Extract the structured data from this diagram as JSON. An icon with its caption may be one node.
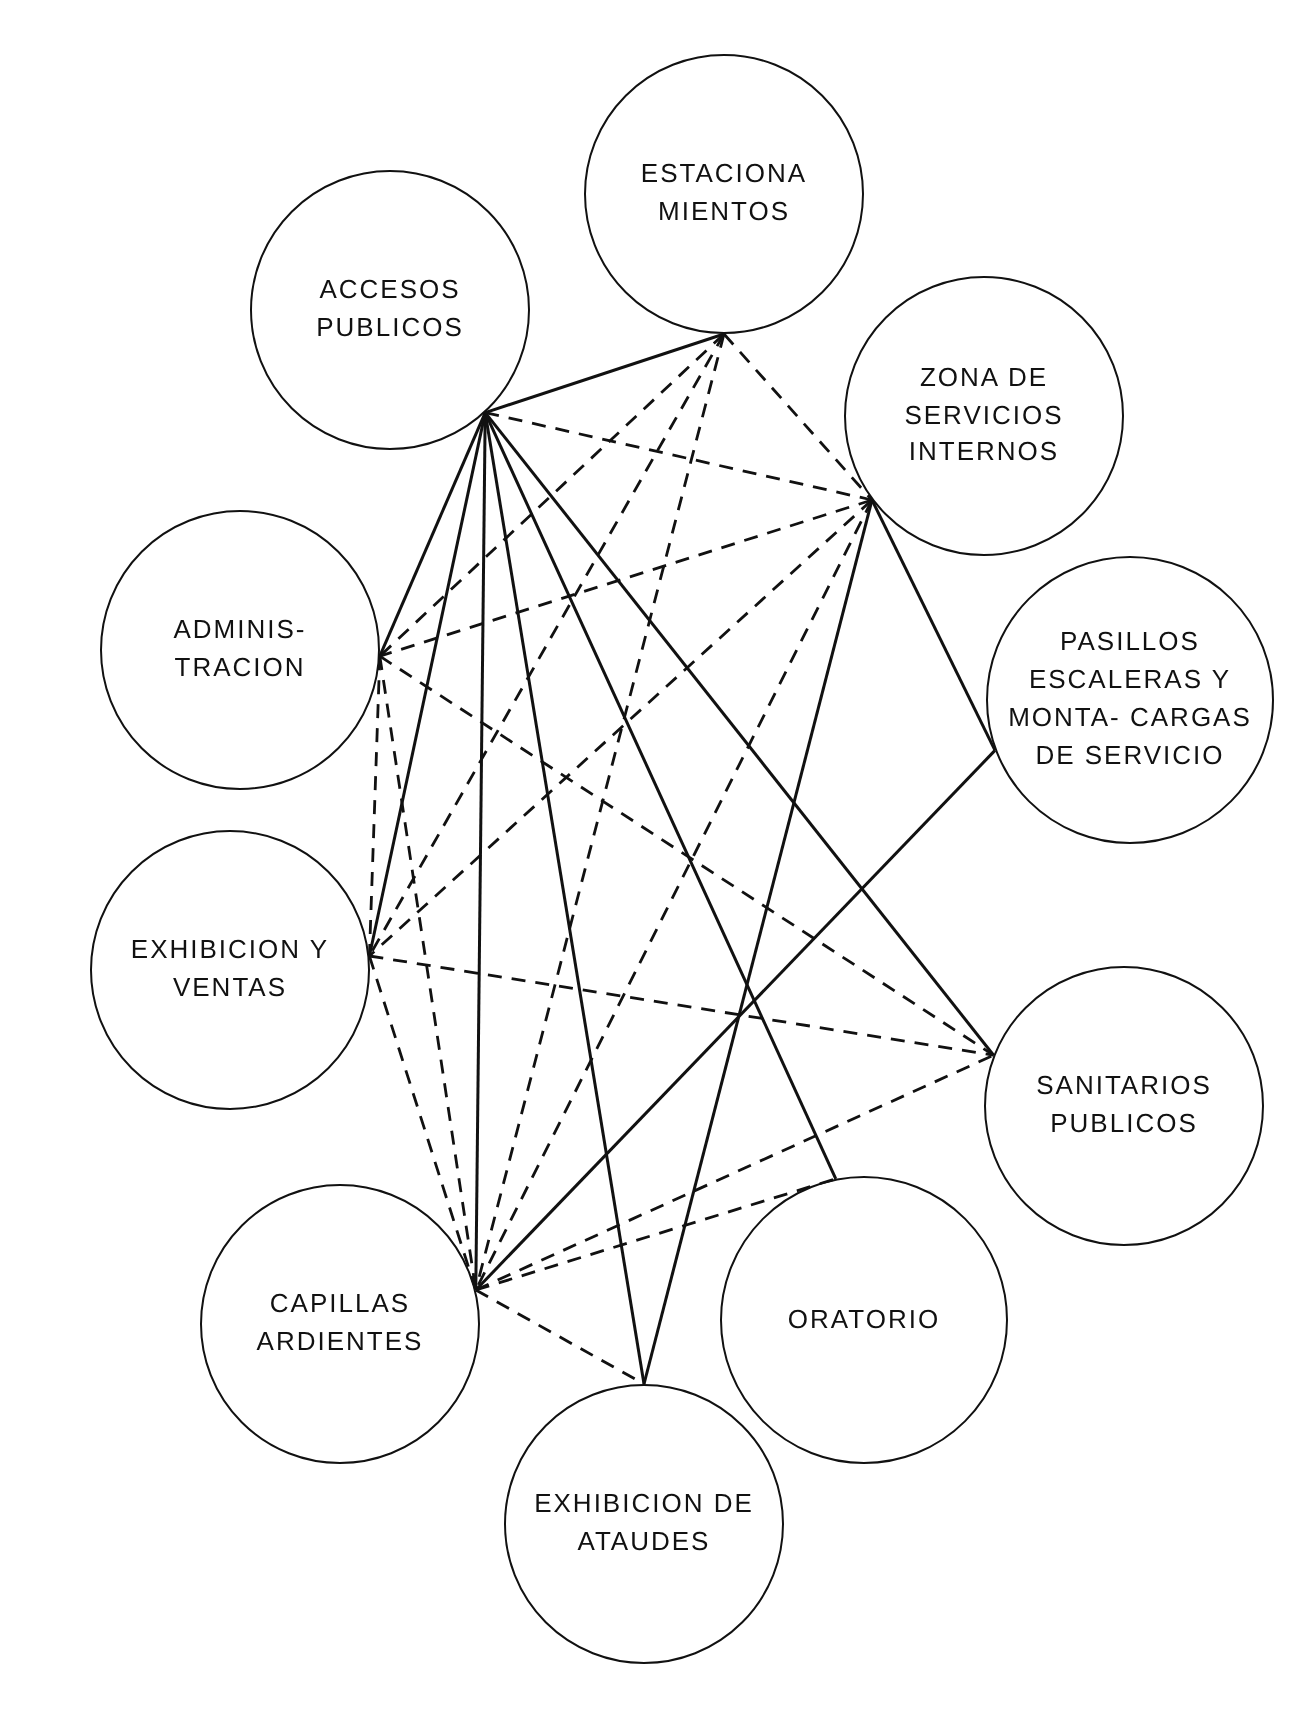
{
  "diagram": {
    "nodes": [
      {
        "text": [
          "ESTACIONA MIENTOS"
        ]
      },
      {
        "text": [
          "ACCESOS PUBLICOS"
        ]
      },
      {
        "text": [
          "ZONA DE SERVICIOS INTERNOS"
        ]
      },
      {
        "text": [
          "ADMINIS- TRACION"
        ]
      },
      {
        "text": [
          "PASILLOS ESCALERAS Y MONTA- CARGAS DE SERVICIO"
        ]
      },
      {
        "text": [
          "EXHIBICION Y VENTAS"
        ]
      },
      {
        "text": [
          "SANITARIOS PUBLICOS"
        ]
      },
      {
        "text": [
          "CAPILLAS ARDIENTES"
        ]
      },
      {
        "text": [
          "ORATORIO"
        ]
      },
      {
        "text": [
          "EXHIBICION DE ATAUDES"
        ]
      }
    ],
    "edges": [
      {
        "from": 1,
        "to": 0,
        "arrow": "none"
      },
      {
        "from": 1,
        "to": 3,
        "arrow": "none"
      },
      {
        "from": 1,
        "to": 5,
        "arrow": "none"
      },
      {
        "from": 1,
        "to": 7,
        "arrow": "none"
      },
      {
        "from": 1,
        "to": 9,
        "arrow": "none"
      },
      {
        "from": 1,
        "to": 8,
        "arrow": "none"
      },
      {
        "from": 1,
        "to": 6,
        "arrow": "none"
      },
      {
        "from": 2,
        "to": 4,
        "arrow": "none"
      },
      {
        "from": 2,
        "to": 9,
        "arrow": "none"
      },
      {
        "from": 4,
        "to": 7,
        "arrow": "none"
      },
      {
        "from": 1,
        "to": 2,
        "arrow": "none",
        "style": "dashed"
      },
      {
        "from": 0,
        "to": 2,
        "arrow": "none",
        "style": "dashed"
      },
      {
        "from": 0,
        "to": 3,
        "arrow": "none",
        "style": "dashed"
      },
      {
        "from": 0,
        "to": 5,
        "arrow": "none",
        "style": "dashed"
      },
      {
        "from": 0,
        "to": 7,
        "arrow": "none",
        "style": "dashed"
      },
      {
        "from": 2,
        "to": 3,
        "arrow": "none",
        "style": "dashed"
      },
      {
        "from": 2,
        "to": 5,
        "arrow": "none",
        "style": "dashed"
      },
      {
        "from": 2,
        "to": 7,
        "arrow": "none",
        "style": "dashed"
      },
      {
        "from": 3,
        "to": 5,
        "arrow": "none",
        "style": "dashed"
      },
      {
        "from": 3,
        "to": 7,
        "arrow": "none",
        "style": "dashed"
      },
      {
        "from": 3,
        "to": 6,
        "arrow": "none",
        "style": "dashed"
      },
      {
        "from": 5,
        "to": 6,
        "arrow": "none",
        "style": "dashed"
      },
      {
        "from": 5,
        "to": 7,
        "arrow": "none",
        "style": "dashed"
      },
      {
        "from": 7,
        "to": 6,
        "arrow": "none",
        "style": "dashed"
      },
      {
        "from": 7,
        "to": 8,
        "arrow": "none",
        "style": "dashed"
      },
      {
        "from": 7,
        "to": 9,
        "arrow": "none",
        "style": "dashed"
      }
    ]
  }
}
